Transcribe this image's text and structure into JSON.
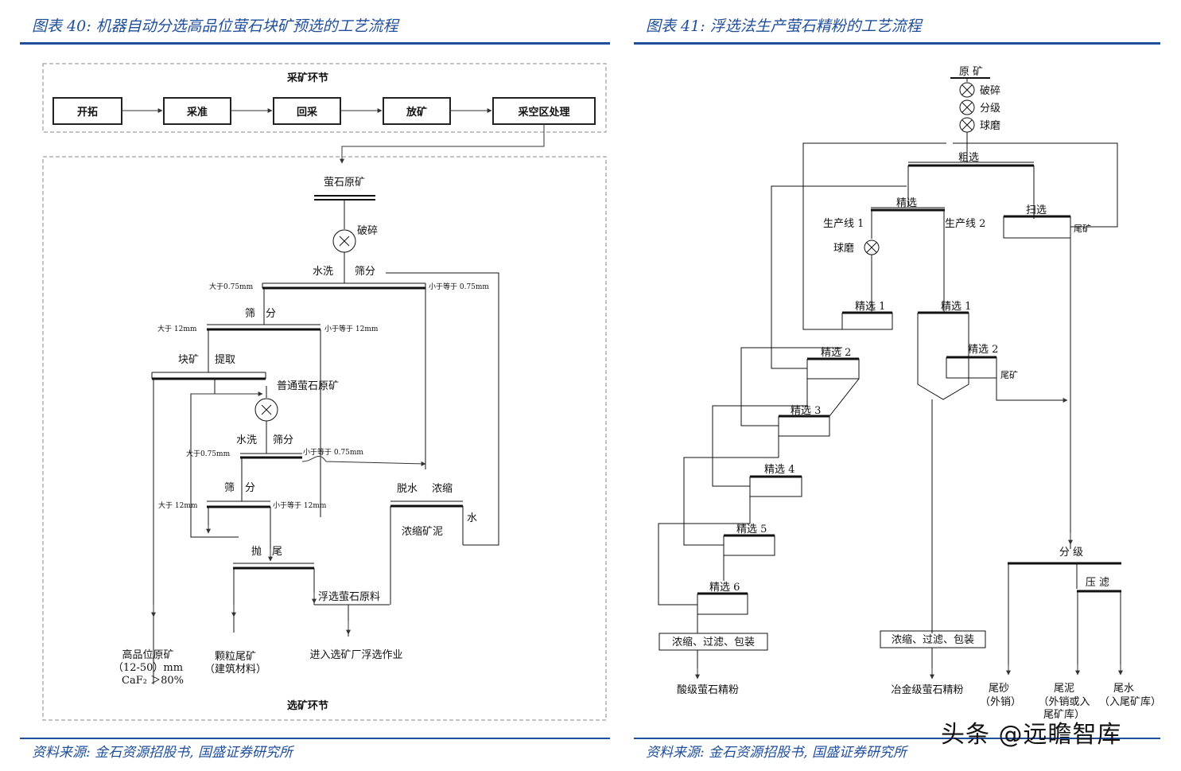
{
  "left_panel": {
    "title": "图表 40:  机器自动分选高品位萤石块矿预选的工艺流程",
    "source": "资料来源:  金石资源招股书,  国盛证券研究所",
    "mining_section": {
      "label": "采矿环节",
      "steps": [
        "开拓",
        "采准",
        "回采",
        "放矿",
        "采空区处理"
      ]
    },
    "selection_section": {
      "label": "选矿环节",
      "raw_ore": "萤石原矿",
      "crush1": "破碎",
      "wash1": "水洗",
      "screen1": "筛分",
      "gt075_a": "大于0.75mm",
      "le075_a": "小于等于 0.75mm",
      "screen2": "筛　分",
      "gt12_a": "大于 12mm",
      "le12_a": "小于等于 12mm",
      "lump": "块矿",
      "extract": "提取",
      "normal_ore": "普通萤石原矿",
      "wash2": "水洗",
      "screen3": "筛分",
      "gt075_b": "大于0.75mm",
      "le075_b": "小于等于 0.75mm",
      "screen4": "筛　分",
      "gt12_b": "大于 12mm",
      "le12_b": "小于等于 12mm",
      "dewater": "脱水",
      "thicken": "浓缩",
      "water": "水",
      "thick_slime": "浓缩矿泥",
      "discard": "抛　尾",
      "flotation_raw": "浮选萤石原料",
      "out_high_grade": [
        "高品位原矿",
        "（12-50）mm",
        "CaF₂ ＞80%"
      ],
      "out_granular": [
        "颗粒尾矿",
        "（建筑材料）"
      ],
      "out_plant": "进入选矿厂浮选作业"
    }
  },
  "right_panel": {
    "title": "图表 41:  浮选法生产萤石精粉的工艺流程",
    "source": "资料来源:  金石资源招股书,  国盛证券研究所",
    "raw_ore": "原  矿",
    "crush": "破碎",
    "classify": "分级",
    "grind": "球磨",
    "rough": "粗选",
    "clean": "精选",
    "scavenge": "扫选",
    "tailings_top": "尾矿",
    "line1": "生产线 1",
    "line2": "生产线 2",
    "grind2": "球磨",
    "line1_cleaners": [
      "精选 1",
      "精选 2",
      "精选 3",
      "精选 4",
      "精选 5",
      "精选 6"
    ],
    "line2_cleaner1": "精选 1",
    "line2_cleaner2": "精选 2",
    "line2_tail": "尾矿",
    "pack1": "浓缩、过滤、包装",
    "pack2": "浓缩、过滤、包装",
    "acid_grade": "酸级萤石精粉",
    "metal_grade": "冶金级萤石精粉",
    "grading": "分  级",
    "press_filter": "压  滤",
    "tail_sand": [
      "尾砂",
      "（外销）"
    ],
    "tail_mud": [
      "尾泥",
      "（外销或入",
      "尾矿库）"
    ],
    "tail_water": [
      "尾水",
      "（入尾矿库）"
    ]
  },
  "watermark": "头条 @远瞻智库"
}
